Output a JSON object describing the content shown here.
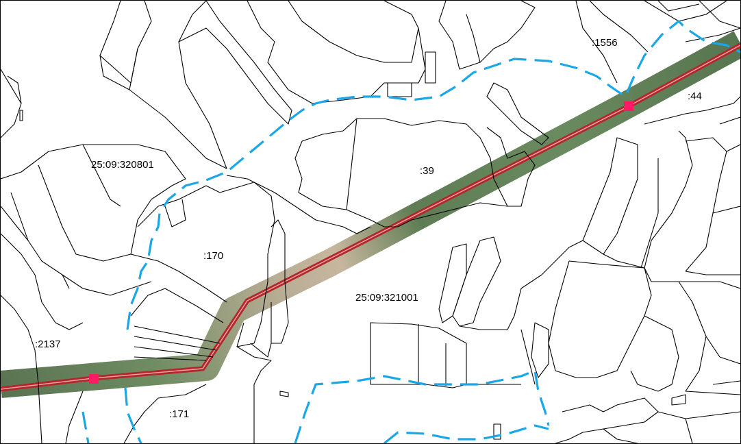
{
  "map": {
    "colors": {
      "parcel_line": "#000000",
      "boundary_dash": "#1aa7e8",
      "corridor_green": "#5f7d55",
      "corridor_beige": "#c6b79e",
      "pipeline_red": "#b3262b",
      "marker": "#ff1a66"
    },
    "labels": {
      "parcel_1556": ":1556",
      "parcel_44": ":44",
      "block_320801": "25:09:320801",
      "parcel_39": ":39",
      "parcel_170": ":170",
      "block_321001": "25:09:321001",
      "parcel_2137": ":2137",
      "parcel_171": ":171"
    }
  }
}
